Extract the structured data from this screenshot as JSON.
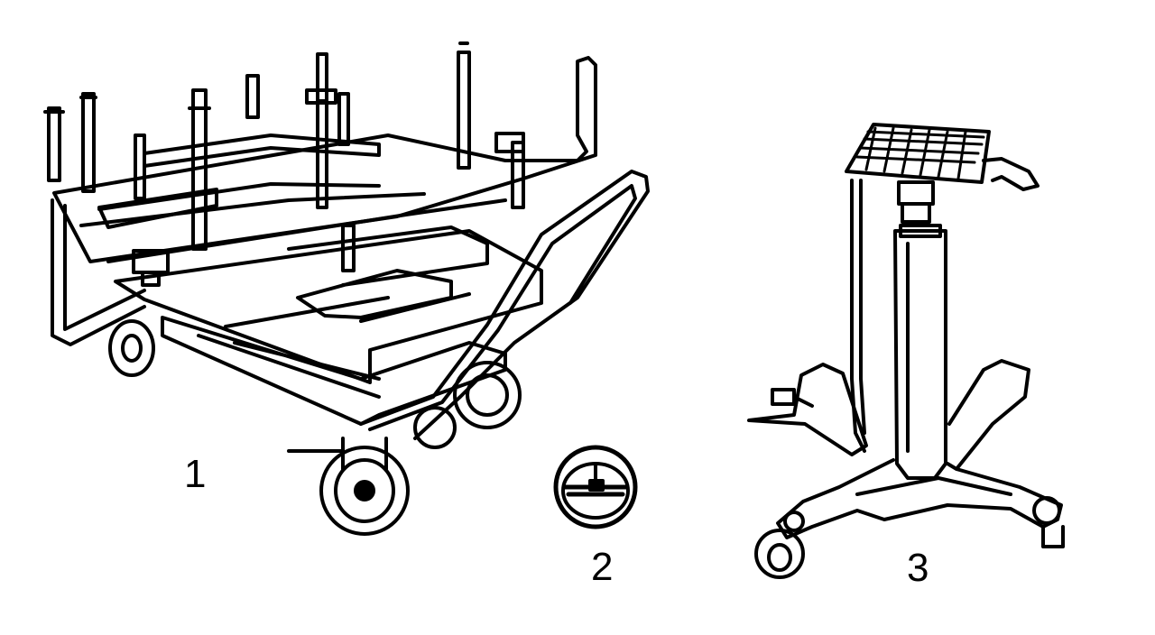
{
  "figure": {
    "callouts": [
      {
        "label": "1",
        "depicts": "engine-dolly"
      },
      {
        "label": "2",
        "depicts": "caster-wheel-disc"
      },
      {
        "label": "3",
        "depicts": "pedestal-jack"
      }
    ],
    "colors": {
      "ink": "#000000",
      "paper": "#ffffff"
    }
  }
}
